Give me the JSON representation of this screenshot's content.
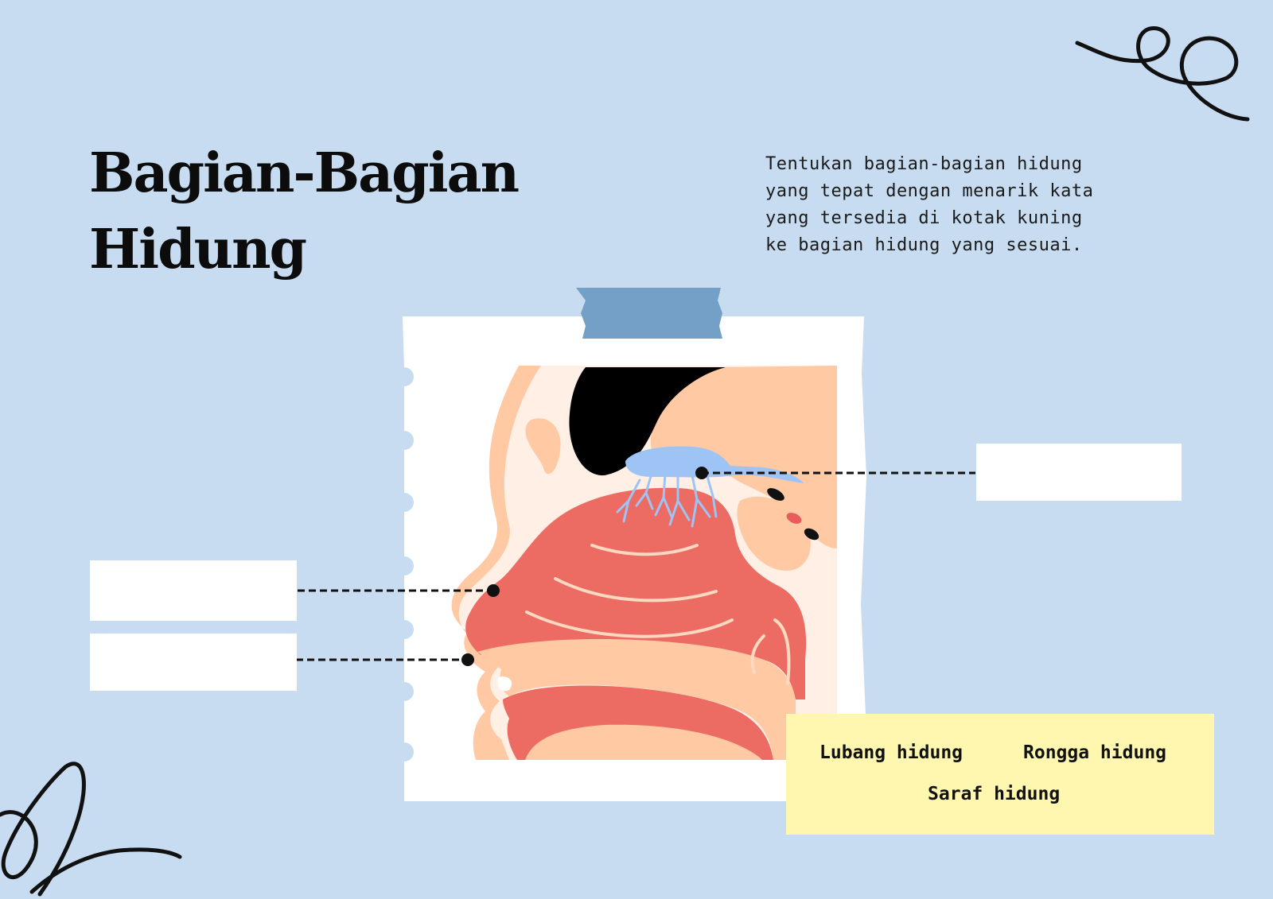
{
  "title": {
    "line1": "Bagian-Bagian",
    "line2": "Hidung"
  },
  "instructions": {
    "lines": [
      "Tentukan bagian-bagian hidung",
      "yang tepat dengan menarik kata",
      "yang tersedia di kotak kuning",
      "ke bagian hidung yang sesuai."
    ]
  },
  "word_bank": {
    "words": [
      "Lubang hidung",
      "Rongga hidung",
      "Saraf hidung"
    ]
  },
  "colors": {
    "background": "#c7dcf0",
    "tape": "#749fc6",
    "word_card": "#fff7b0",
    "flesh": "#ffc9a3",
    "tissue": "#ec6b63",
    "nerve": "#9dc4f5"
  }
}
